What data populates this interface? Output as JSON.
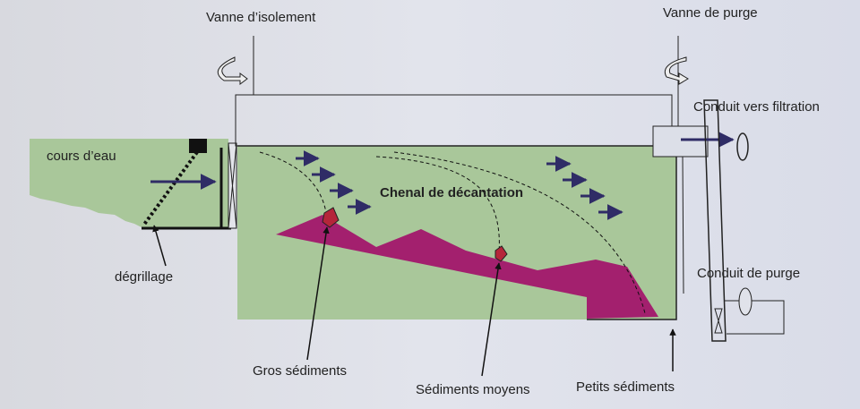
{
  "labels": {
    "isolation_valve": "Vanne d’isolement",
    "purge_valve": "Vanne de  purge",
    "filtration_conduit": "Conduit vers filtration",
    "watercourse": "cours d’eau",
    "channel": "Chenal de décantation",
    "screening": "dégrillage",
    "purge_conduit": "Conduit de purge",
    "coarse_sediments": "Gros sédiments",
    "medium_sediments": "Sédiments moyens",
    "fine_sediments": "Petits sédiments"
  },
  "colors": {
    "water": "#a9c79a",
    "sediment": "#a3206e",
    "flow_arrow": "#2f2c66",
    "marker": "#b5253a"
  }
}
